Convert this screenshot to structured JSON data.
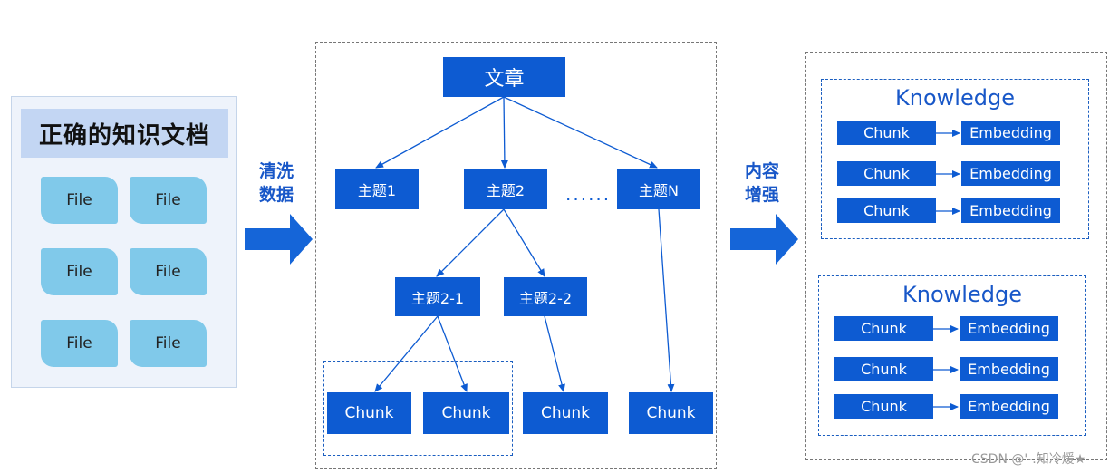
{
  "left": {
    "title": "正确的知识文档",
    "files": [
      "File",
      "File",
      "File",
      "File",
      "File",
      "File"
    ]
  },
  "arrow1": {
    "line1": "清洗",
    "line2": "数据"
  },
  "arrow2": {
    "line1": "内容",
    "line2": "增强"
  },
  "tree": {
    "article": "文章",
    "topic1": "主题1",
    "topic2": "主题2",
    "ellipsis": "......",
    "topicN": "主题N",
    "topic2_1": "主题2-1",
    "topic2_2": "主题2-2",
    "chunks": [
      "Chunk",
      "Chunk",
      "Chunk",
      "Chunk"
    ]
  },
  "knowledge": [
    {
      "title": "Knowledge",
      "rows": [
        {
          "chunk": "Chunk",
          "embedding": "Embedding"
        },
        {
          "chunk": "Chunk",
          "embedding": "Embedding"
        },
        {
          "chunk": "Chunk",
          "embedding": "Embedding"
        }
      ]
    },
    {
      "title": "Knowledge",
      "rows": [
        {
          "chunk": "Chunk",
          "embedding": "Embedding"
        },
        {
          "chunk": "Chunk",
          "embedding": "Embedding"
        },
        {
          "chunk": "Chunk",
          "embedding": "Embedding"
        }
      ]
    }
  ],
  "watermark": "CSDN @'-.知冷煖★",
  "colors": {
    "node": "#0d5bd2",
    "file": "#80c9ea",
    "title_bg": "#c3d6f3",
    "arrow": "#1857c8"
  }
}
